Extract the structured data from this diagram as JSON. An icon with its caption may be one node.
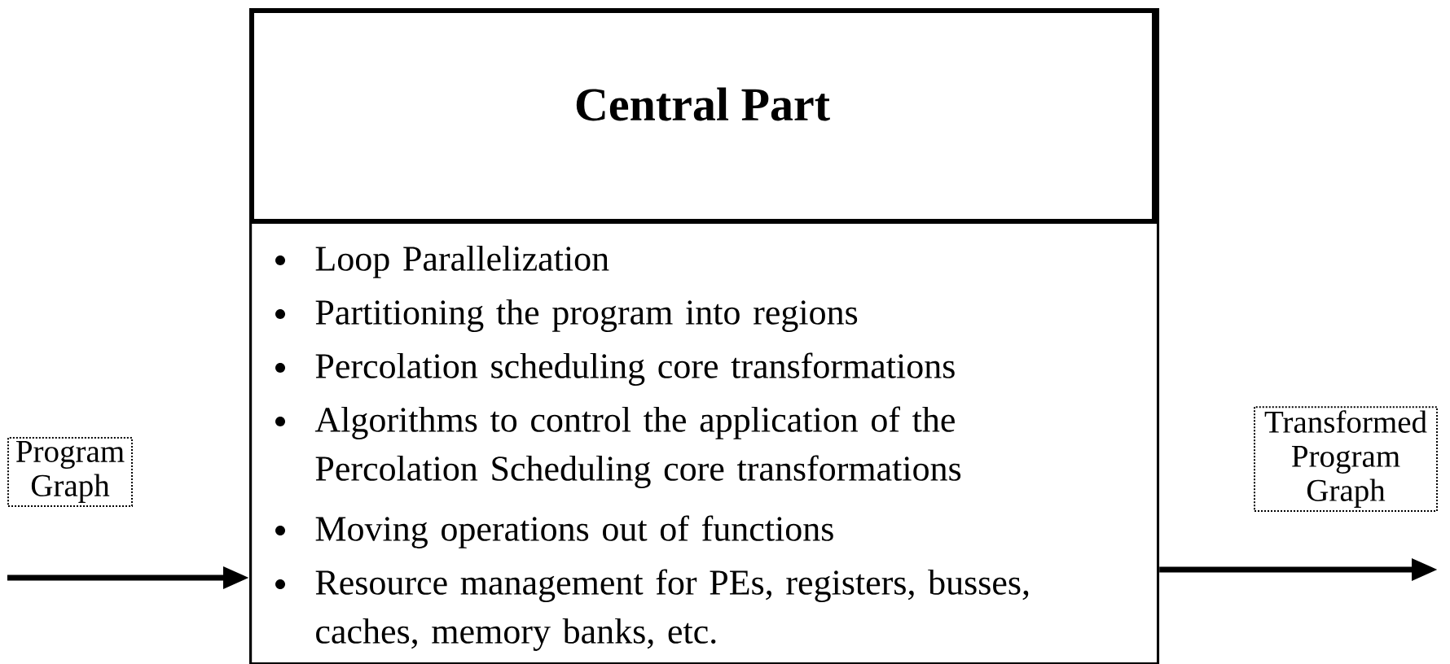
{
  "diagram": {
    "nodes": [
      {
        "text": [
          "Central Part",
          "Loop Parallelization",
          "Partitioning the program into regions",
          "Percolation scheduling core transformations",
          "Algorithms to control the application of the Percolation Scheduling core transformations",
          "Moving operations out of functions",
          "Resource management for PEs, registers, busses, caches, memory banks, etc."
        ]
      },
      {
        "text": [
          "Program Graph"
        ]
      },
      {
        "text": [
          "Transformed Program Graph"
        ]
      }
    ],
    "edges": [
      {
        "from": 1,
        "to": 0,
        "arrow": "to"
      },
      {
        "from": 0,
        "to": 2,
        "arrow": "to"
      }
    ]
  }
}
